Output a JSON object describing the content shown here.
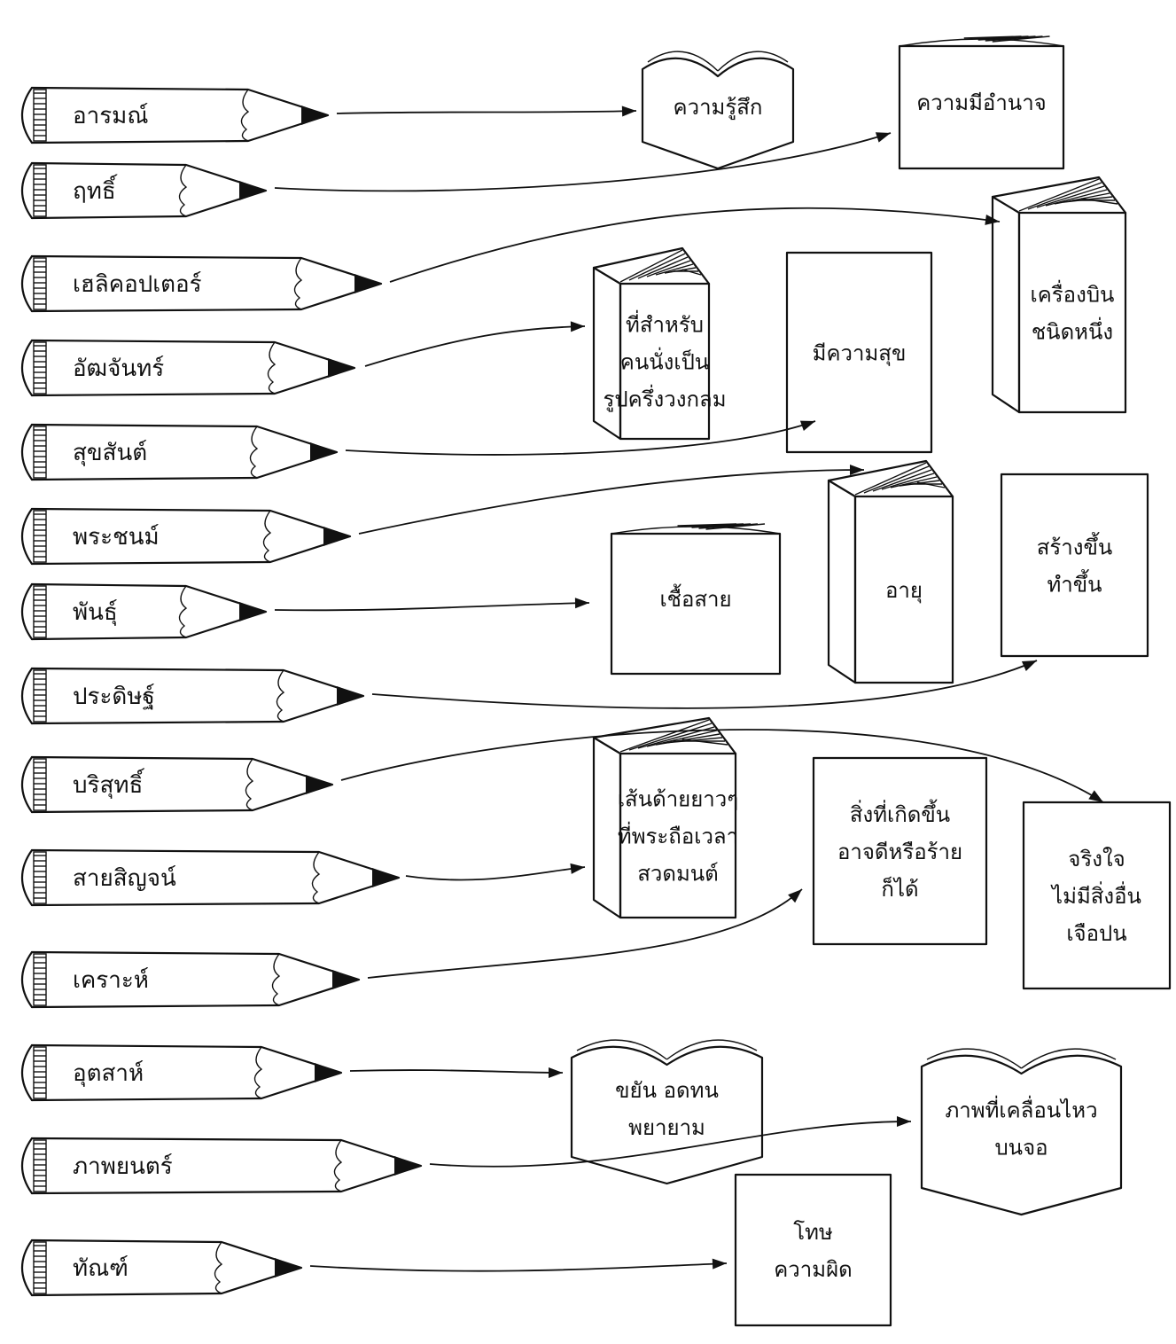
{
  "caption": "",
  "pencils": [
    {
      "id": "p1",
      "word": "อารมณ์"
    },
    {
      "id": "p2",
      "word": "ฤทธิ์"
    },
    {
      "id": "p3",
      "word": "เฮลิคอปเตอร์"
    },
    {
      "id": "p4",
      "word": "อัฒจันทร์"
    },
    {
      "id": "p5",
      "word": "สุขสันต์"
    },
    {
      "id": "p6",
      "word": "พระชนม์"
    },
    {
      "id": "p7",
      "word": "พันธุ์"
    },
    {
      "id": "p8",
      "word": "ประดิษฐ์"
    },
    {
      "id": "p9",
      "word": "บริสุทธิ์"
    },
    {
      "id": "p10",
      "word": "สายสิญจน์"
    },
    {
      "id": "p11",
      "word": "เคราะห์"
    },
    {
      "id": "p12",
      "word": "อุตสาห์"
    },
    {
      "id": "p13",
      "word": "ภาพยนตร์"
    },
    {
      "id": "p14",
      "word": "ทัณฑ์"
    }
  ],
  "books": [
    {
      "id": "b1",
      "style": "open",
      "lines": [
        "ความรู้สึก"
      ]
    },
    {
      "id": "b2",
      "style": "flat",
      "lines": [
        "ความมีอำนาจ"
      ]
    },
    {
      "id": "b3",
      "style": "standing",
      "lines": [
        "เครื่องบิน",
        "ชนิดหนึ่ง"
      ]
    },
    {
      "id": "b4",
      "style": "standing",
      "lines": [
        "ที่สำหรับ",
        "คนนั่งเป็น",
        "รูปครึ่งวงกลม"
      ]
    },
    {
      "id": "b5",
      "style": "plain",
      "lines": [
        "มีความสุข"
      ]
    },
    {
      "id": "b6",
      "style": "flat",
      "lines": [
        "เชื้อสาย"
      ]
    },
    {
      "id": "b7",
      "style": "standing",
      "lines": [
        "อายุ"
      ]
    },
    {
      "id": "b8",
      "style": "plain",
      "lines": [
        "สร้างขึ้น",
        "ทำขึ้น"
      ]
    },
    {
      "id": "b9",
      "style": "standing",
      "lines": [
        "เส้นด้ายยาวๆ",
        "ที่พระถือเวลา",
        "สวดมนต์"
      ]
    },
    {
      "id": "b10",
      "style": "plain",
      "lines": [
        "สิ่งที่เกิดขึ้น",
        "อาจดีหรือร้าย",
        "ก็ได้"
      ]
    },
    {
      "id": "b11",
      "style": "plain",
      "lines": [
        "จริงใจ",
        "ไม่มีสิ่งอื่น",
        "เจือปน"
      ]
    },
    {
      "id": "b12",
      "style": "open",
      "lines": [
        "ขยัน อดทน",
        "พยายาม"
      ]
    },
    {
      "id": "b13",
      "style": "open",
      "lines": [
        "ภาพที่เคลื่อนไหว",
        "บนจอ"
      ]
    },
    {
      "id": "b14",
      "style": "plain",
      "lines": [
        "โทษ",
        "ความผิด"
      ]
    }
  ],
  "links": [
    {
      "from": "p1",
      "to": "b1"
    },
    {
      "from": "p2",
      "to": "b2"
    },
    {
      "from": "p3",
      "to": "b3"
    },
    {
      "from": "p4",
      "to": "b4"
    },
    {
      "from": "p5",
      "to": "b5"
    },
    {
      "from": "p6",
      "to": "b7"
    },
    {
      "from": "p7",
      "to": "b6"
    },
    {
      "from": "p8",
      "to": "b8"
    },
    {
      "from": "p9",
      "to": "b11"
    },
    {
      "from": "p10",
      "to": "b9"
    },
    {
      "from": "p11",
      "to": "b10"
    },
    {
      "from": "p12",
      "to": "b12"
    },
    {
      "from": "p13",
      "to": "b13"
    },
    {
      "from": "p14",
      "to": "b14"
    }
  ]
}
